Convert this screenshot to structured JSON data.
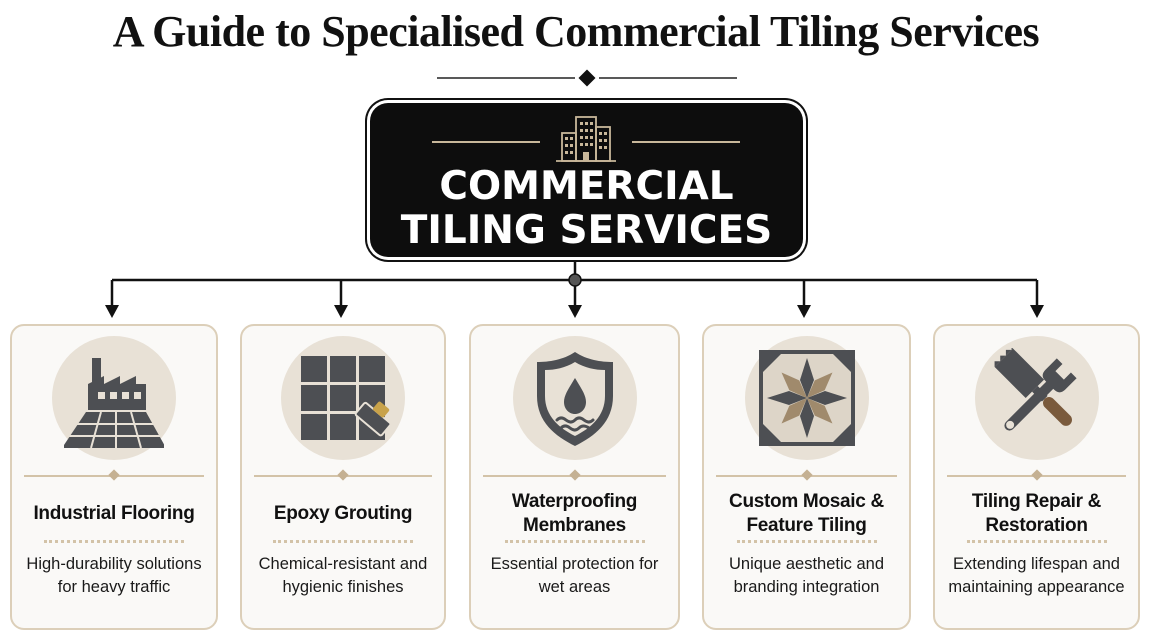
{
  "page": {
    "title": "A Guide to Specialised Commercial Tiling Services"
  },
  "hub": {
    "line1": "COMMERCIAL",
    "line2": "TILING SERVICES",
    "icon": "office-buildings-icon"
  },
  "services": [
    {
      "title": "Industrial Flooring",
      "description": "High-durability solutions for heavy traffic",
      "icon": "factory-floor-icon"
    },
    {
      "title": "Epoxy Grouting",
      "description": "Chemical-resistant and hygienic finishes",
      "icon": "tile-grid-grout-float-icon"
    },
    {
      "title": "Waterproofing Membranes",
      "description": "Essential protection for wet areas",
      "icon": "shield-water-drop-icon"
    },
    {
      "title": "Custom Mosaic & Feature Tiling",
      "description": "Unique aesthetic and branding integration",
      "icon": "mosaic-star-tile-icon"
    },
    {
      "title": "Tiling Repair & Restoration",
      "description": "Extending lifespan and maintaining appearance",
      "icon": "wrench-trowel-icon"
    }
  ],
  "colors": {
    "background": "#ffffff",
    "hub_fill": "#0d0d0d",
    "accent_tan": "#c8b79a",
    "card_border": "#dccfb9",
    "icon_circle": "#e8e1d6",
    "icon_gray": "#4d4f53"
  }
}
